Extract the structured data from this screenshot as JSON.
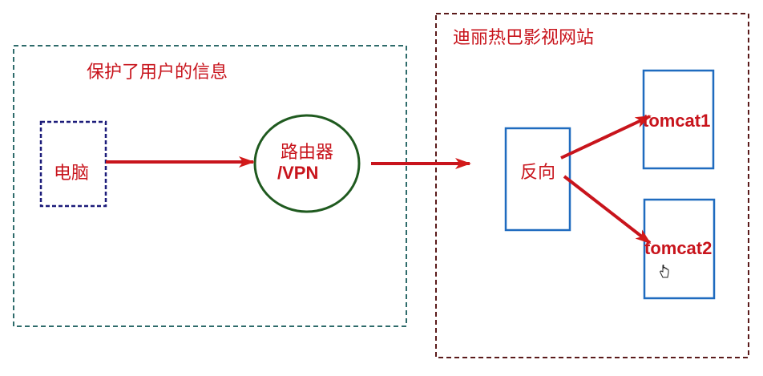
{
  "diagram": {
    "client_zone": {
      "label": "保护了用户的信息"
    },
    "server_zone": {
      "label": "迪丽热巴影视网站"
    },
    "client": {
      "label": "电脑"
    },
    "router": {
      "line1": "路由器",
      "line2": "/VPN"
    },
    "reverse_proxy": {
      "label": "反向"
    },
    "servers": [
      {
        "label": "tomcat1"
      },
      {
        "label": "tomcat2"
      }
    ],
    "edges": [
      {
        "from": "电脑",
        "to": "路由器/VPN"
      },
      {
        "from": "路由器/VPN",
        "to": "反向"
      },
      {
        "from": "反向",
        "to": "tomcat1"
      },
      {
        "from": "反向",
        "to": "tomcat2"
      }
    ]
  },
  "colors": {
    "client_zone_border": "#2e6b6b",
    "server_zone_border": "#5a1a1a",
    "client_box": "#1c1c7a",
    "router_border": "#1f5a1f",
    "server_box": "#1f6bbf",
    "arrow": "#c8141c",
    "text": "#c8141c"
  },
  "cursor_icon": "hand-pointer-icon"
}
